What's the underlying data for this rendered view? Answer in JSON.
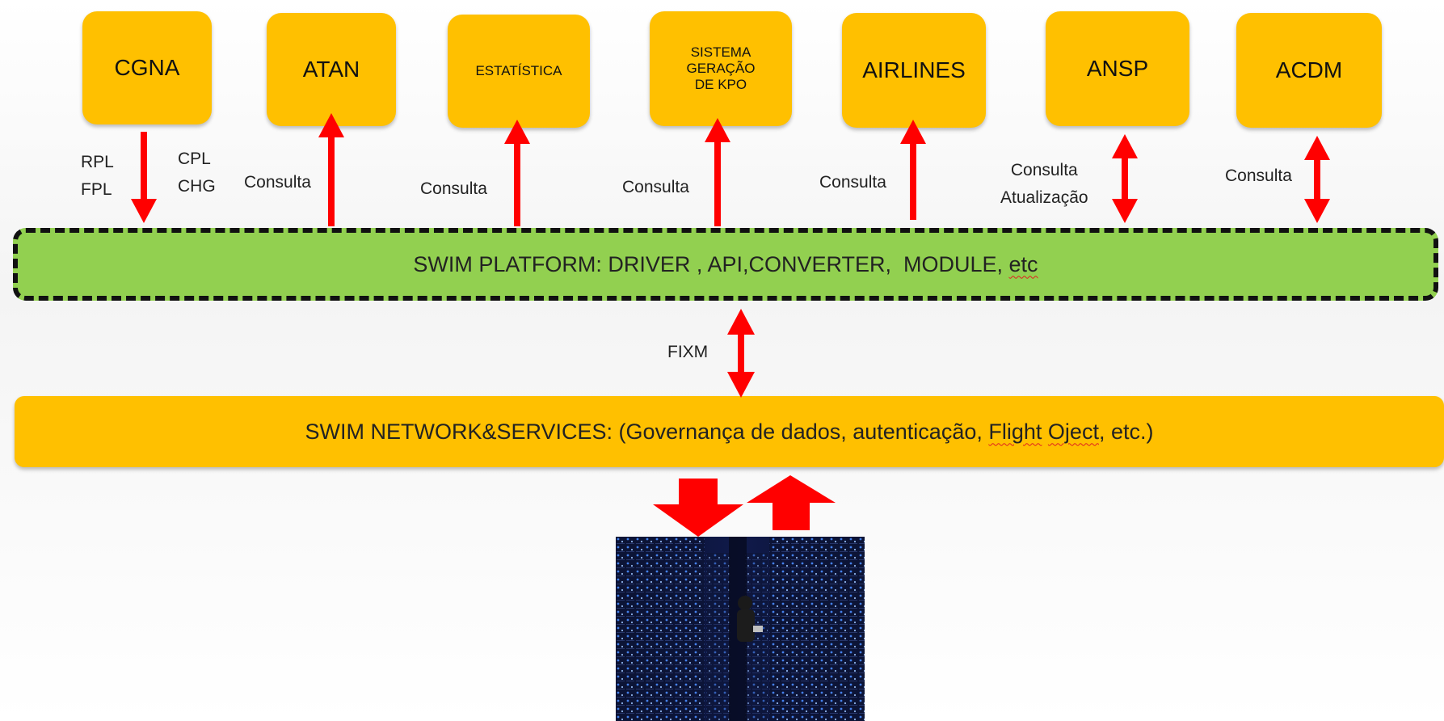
{
  "boxes": {
    "cgna": "CGNA",
    "atan": "ATAN",
    "estatistica": "ESTATÍSTICA",
    "sistema_l1": "SISTEMA",
    "sistema_l2": "GERAÇÃO",
    "sistema_l3": "DE KPO",
    "airlines": "AIRLINES",
    "ansp": "ANSP",
    "acdm": "ACDM"
  },
  "labels": {
    "rpl": "RPL",
    "fpl": "FPL",
    "cpl": "CPL",
    "chg": "CHG",
    "consulta": "Consulta",
    "atualizacao": "Atualização",
    "fixm": "FIXM"
  },
  "platform": {
    "text_main": "SWIM PLATFORM: DRIVER , API,CONVERTER,  MODULE, ",
    "text_etc": "etc"
  },
  "network": {
    "text_a": "SWIM NETWORK&SERVICES: (Governança de dados, autenticação, ",
    "text_b": "Flight",
    "text_c": " ",
    "text_d": "Oject",
    "text_e": ", etc.)"
  },
  "colors": {
    "box": "#ffc000",
    "platform": "#92d050",
    "arrow": "#ff0000"
  }
}
